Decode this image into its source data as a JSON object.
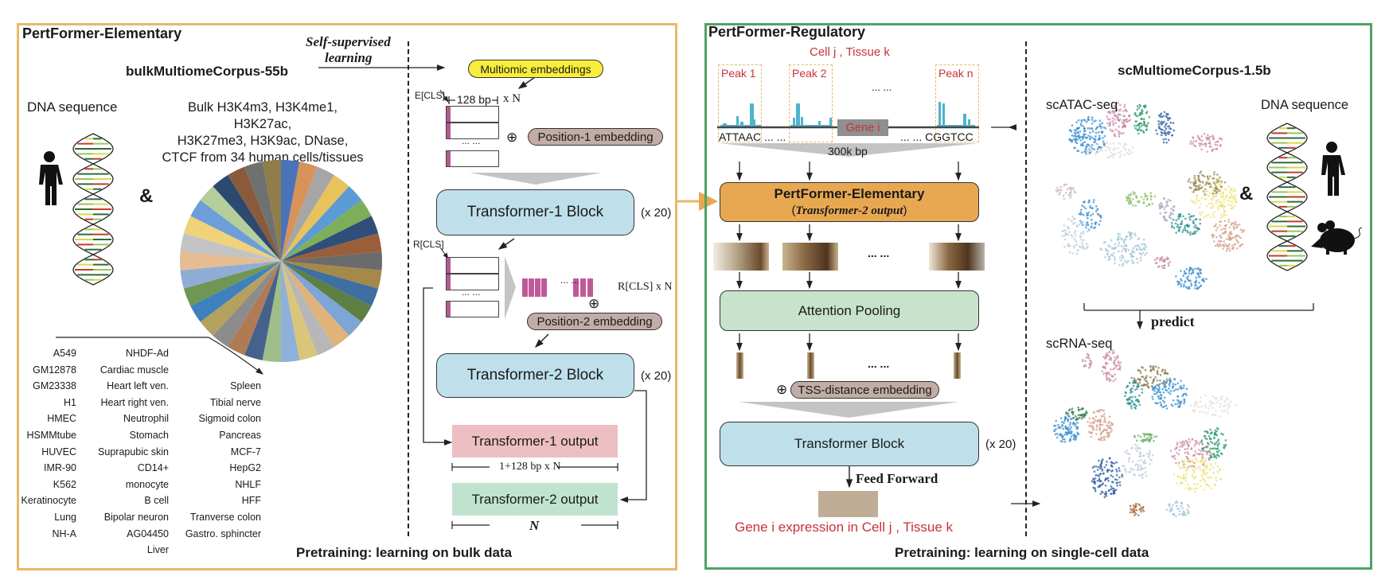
{
  "left_panel": {
    "title": "PertFormer-Elementary",
    "corpus_title": "bulkMultiomeCorpus-55b",
    "self_supervised": [
      "Self-supervised",
      "learning"
    ],
    "dna_label": "DNA sequence",
    "ampersand": "&",
    "bulk_description": [
      "Bulk H3K4m3, H3K4me1, H3K27ac,",
      "H3K27me3, H3K9ac, DNase,",
      "CTCF from 34 human cells/tissues"
    ],
    "cell_columns": [
      [
        "A549",
        "GM12878",
        "GM23338",
        "H1",
        "HMEC",
        "HSMMtube",
        "HUVEC",
        "IMR-90",
        "K562",
        "Keratinocyte",
        "Lung",
        "NH-A"
      ],
      [
        "NHDF-Ad",
        "Cardiac muscle",
        "Heart left ven.",
        "Heart right ven.",
        "Neutrophil",
        "Stomach",
        "Suprapubic skin",
        "CD14+ monocyte",
        "B cell",
        "Bipolar neuron",
        "AG04450",
        "Liver"
      ],
      [
        "",
        "",
        "Spleen",
        "Tibial nerve",
        "Sigmoid colon",
        "Pancreas",
        "MCF-7",
        "HepG2",
        "NHLF",
        "HFF",
        "Tranverse colon",
        "Gastro. sphincter"
      ]
    ],
    "pie_slice_count": 34,
    "pie_colors": [
      "#4a74b8",
      "#d8935a",
      "#a6a6a6",
      "#e8c25a",
      "#5b9bd5",
      "#7fae5a",
      "#2f4f7a",
      "#9a5f3a",
      "#6b6b6b",
      "#a5894a",
      "#3d6fa0",
      "#5e7f44",
      "#7fa4d6",
      "#e0b37a",
      "#b7b7b7",
      "#d9c67a",
      "#8fb0d9",
      "#9fbf8a",
      "#44628c",
      "#b07a55",
      "#8c8c8c",
      "#b5a15e",
      "#3f80bf",
      "#6f9654",
      "#90add6",
      "#e6bc92",
      "#c4c4c4",
      "#efd27a",
      "#6e9ed8",
      "#b4cf9c",
      "#2c4a70",
      "#8a5a3c",
      "#707070",
      "#8f7d4a"
    ],
    "multiomic_embeddings": "Multiomic embeddings",
    "e_cls": "E[CLS]",
    "bp_width": "128 bp",
    "times_n": "x N",
    "dots": "... ...",
    "position1": "Position-1 embedding",
    "transformer1": "Transformer-1 Block",
    "x20": "(x 20)",
    "r_cls": "R[CLS]",
    "r_cls_n": "R[CLS] x N",
    "position2": "Position-2 embedding",
    "transformer2": "Transformer-2 Block",
    "output1": "Transformer-1 output",
    "output1_dim": "1+128 bp x N",
    "output2": "Transformer-2 output",
    "output2_dim": "N",
    "footer": "Pretraining: learning on bulk data",
    "colors": {
      "border": "#e8b86a",
      "multiomic": "#f7ee3c",
      "position": "#c2aca6",
      "block": "#bfe0ea",
      "out1": "#eebfc2",
      "out2": "#bfe3cf",
      "cls": "#b35a92"
    }
  },
  "right_panel": {
    "title": "PertFormer-Regulatory",
    "cell_tissue": "Cell j , Tissue k",
    "peaks": [
      "Peak 1",
      "Peak 2",
      "Peak n"
    ],
    "dots": "... ...",
    "gene": "Gene i",
    "seq_left": "ATTAAC ... ...",
    "seq_right": "... ... CGGTCC",
    "span": "300k bp",
    "elementary_title": "PertFormer-Elementary",
    "elementary_sub": "Transformer-2 output",
    "attention_pooling": "Attention Pooling",
    "tss": "TSS-distance embedding",
    "transformer": "Transformer Block",
    "x20": "(x 20)",
    "feed_forward": "Feed Forward",
    "expression": "Gene i expression in Cell j , Tissue k",
    "corpus_title": "scMultiomeCorpus-1.5b",
    "scatac": "scATAC-seq",
    "dna_label": "DNA sequence",
    "ampersand": "&",
    "predict": "predict",
    "scrna": "scRNA-seq",
    "footer": "Pretraining: learning on single-cell data",
    "colors": {
      "border": "#4fa264",
      "elementary": "#e8a852",
      "pooling": "#c7e3cc",
      "block": "#bfe0ea",
      "tss": "#c2aca6",
      "peak_box": "#e8b86a",
      "signal": "#4fb3cc",
      "gene_box": "#8f8f8f",
      "output": "#bfae95",
      "red_text": "#c8323a"
    }
  }
}
